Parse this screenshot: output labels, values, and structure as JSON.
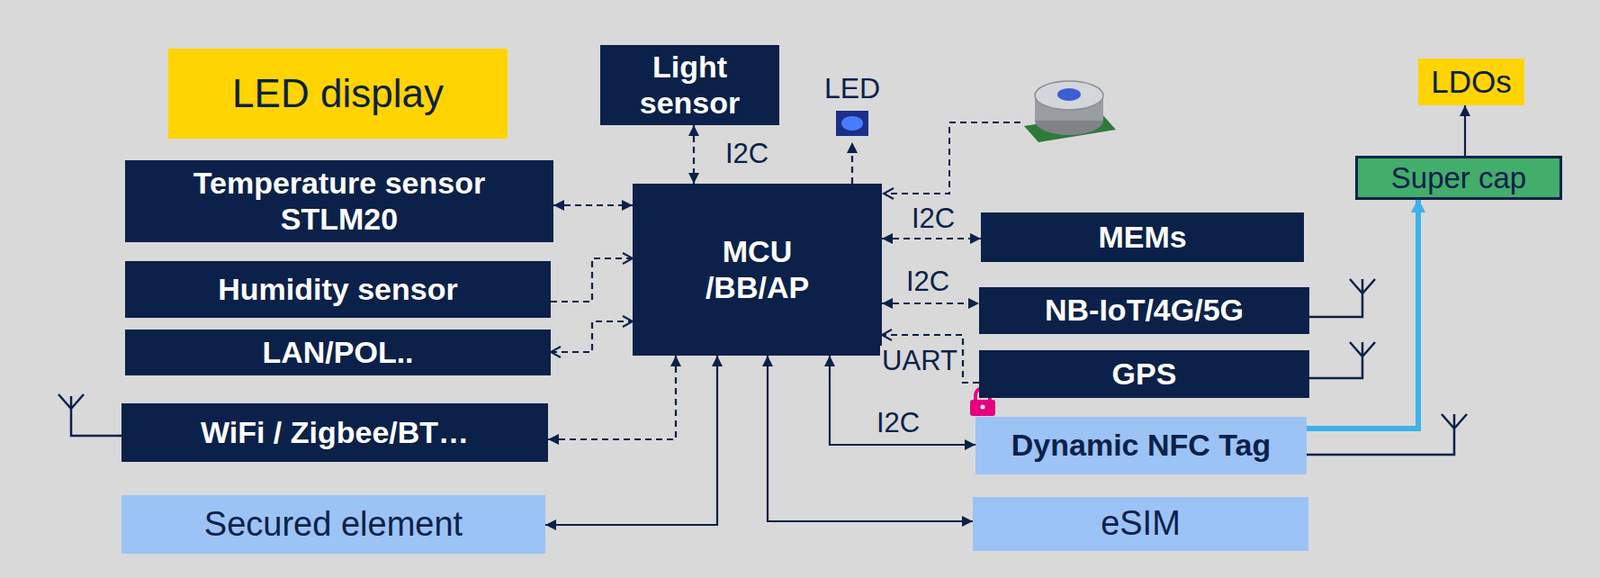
{
  "diagram": {
    "nodes": [
      {
        "text": [
          "LED display"
        ]
      },
      {
        "text": [
          "Light sensor"
        ]
      },
      {
        "text": [
          "LED"
        ]
      },
      {
        "text": [
          "LDOs"
        ]
      },
      {
        "text": [
          "Super cap"
        ]
      },
      {
        "text": [
          "Temperature sensor STLM20"
        ]
      },
      {
        "text": [
          "Humidity sensor"
        ]
      },
      {
        "text": [
          "LAN/POL.."
        ]
      },
      {
        "text": [
          "WiFi / Zigbee/BT…"
        ]
      },
      {
        "text": [
          "Secured element"
        ]
      },
      {
        "text": [
          "MCU /BB/AP"
        ]
      },
      {
        "text": [
          "MEMs"
        ]
      },
      {
        "text": [
          "NB-IoT/4G/5G"
        ]
      },
      {
        "text": [
          "GPS"
        ]
      },
      {
        "text": [
          "Dynamic NFC Tag"
        ]
      },
      {
        "text": [
          "eSIM"
        ]
      }
    ],
    "edges": [
      {
        "from": 1,
        "to": 10,
        "label": "I2C",
        "arrow": "both"
      },
      {
        "from": 10,
        "to": 2,
        "arrow": "to"
      },
      {
        "from": 5,
        "to": 10,
        "arrow": "both"
      },
      {
        "from": 6,
        "to": 10,
        "arrow": "to"
      },
      {
        "from": 7,
        "to": 10,
        "arrow": "both"
      },
      {
        "from": 8,
        "to": 10,
        "arrow": "both"
      },
      {
        "from": 9,
        "to": 10,
        "arrow": "both"
      },
      {
        "from": 10,
        "to": 15,
        "arrow": "both"
      },
      {
        "from": 10,
        "to": 14,
        "label": "I2C",
        "arrow": "both"
      },
      {
        "from": 10,
        "to": 11,
        "label": "I2C",
        "arrow": "both"
      },
      {
        "from": 10,
        "to": 12,
        "label": "I2C",
        "arrow": "both"
      },
      {
        "from": 13,
        "to": 10,
        "label": "UART",
        "arrow": "to"
      },
      {
        "from": 14,
        "to": 4,
        "arrow": "to"
      },
      {
        "from": 4,
        "to": 3,
        "arrow": "to"
      }
    ]
  }
}
